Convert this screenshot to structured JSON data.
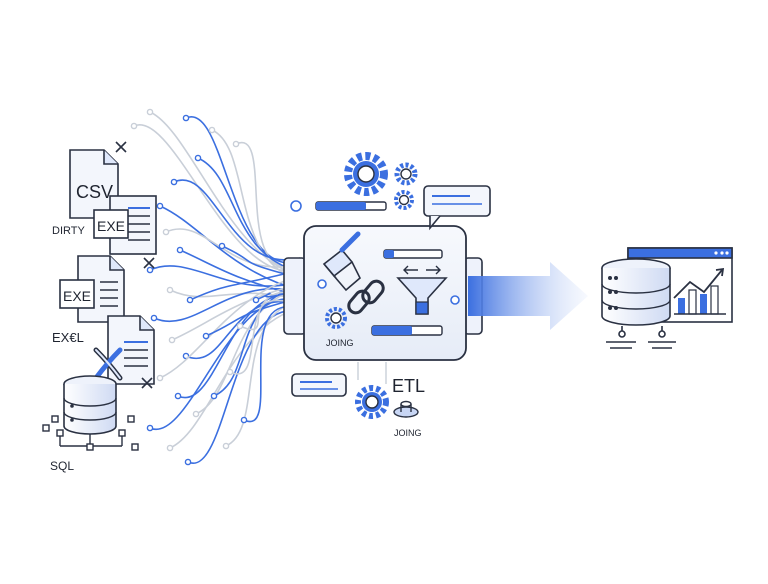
{
  "colors": {
    "accent": "#3b6fe0",
    "accent_light": "#dfe8fb",
    "line_gray": "#c9cfd8",
    "outline": "#2a3142",
    "panel_fill": "#f1f4fa"
  },
  "sources": {
    "csv_label": "CSV",
    "dirty_label": "DIRTY",
    "exe_label_top": "EXE",
    "exe_label_mid": "EXE",
    "excel_label": "EX€L",
    "sql_label": "SQL"
  },
  "processor": {
    "joining_label": "JOING",
    "etl_label": "ETL",
    "joining_label_below": "JOING"
  },
  "icons": {
    "csv_doc": "document-icon",
    "exe_doc": "document-icon",
    "excel_doc": "spreadsheet-icon",
    "database": "database-icon",
    "gears": "gear-icon",
    "brush": "brush-icon",
    "link": "chain-link-icon",
    "funnel": "funnel-icon",
    "cylinder": "cylinder-icon",
    "warehouse": "database-icon",
    "analytics": "line-chart-icon"
  }
}
